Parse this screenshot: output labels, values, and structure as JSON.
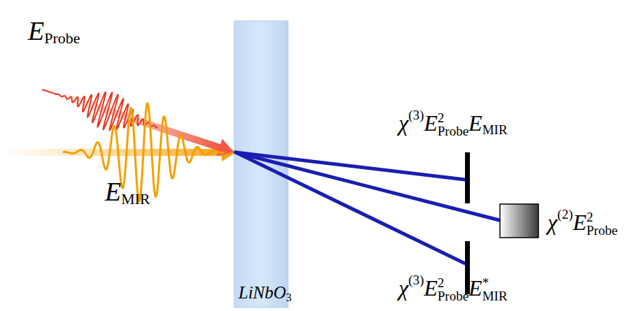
{
  "diagram": {
    "labels": [
      "E",
      "Probe",
      "E",
      "MIR",
      "LiNbO",
      "3",
      "χ",
      "(3)",
      "E",
      "2",
      "Probe",
      "E",
      "MIR",
      "χ",
      "(2)",
      "E",
      "2",
      "Probe",
      "χ",
      "(3)",
      "E",
      "2",
      "Probe",
      "E",
      "MIR",
      "*"
    ]
  }
}
